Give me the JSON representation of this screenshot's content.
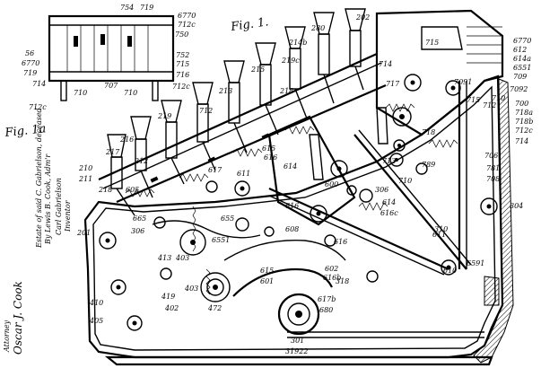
{
  "figures": {
    "main": "Fig. 1.",
    "inset": "Fig. 1a"
  },
  "side_text": {
    "inventor": "Inventor",
    "inventor_name": "Carl Gabrielson",
    "assignor_line1": "By Lewis B. Cook, Adm'r",
    "assignor_line2": "Estate of said C. Gabrielson, deceased"
  },
  "signature": "Oscar J. Cook",
  "signature_role": "Attorney",
  "labels": {
    "inset": [
      "754",
      "719",
      "6770",
      "712c",
      "750",
      "56",
      "6770",
      "719",
      "714",
      "710",
      "707",
      "710",
      "712c",
      "715",
      "716",
      "712c",
      "752"
    ],
    "top": [
      "202",
      "280",
      "214b",
      "219c",
      "218",
      "712",
      "215",
      "714",
      "715",
      "6770",
      "612",
      "614a",
      "6551",
      "709",
      "7091",
      "7092",
      "717",
      "710",
      "715",
      "712",
      "700",
      "718a",
      "718b",
      "712c",
      "714",
      "706",
      "781",
      "708"
    ],
    "middle": [
      "213",
      "219",
      "216",
      "217",
      "210",
      "211",
      "218",
      "212",
      "617",
      "605",
      "615",
      "616",
      "611",
      "614",
      "616",
      "710",
      "306",
      "713",
      "789",
      "718",
      "304",
      "600",
      "616c",
      "614",
      "310"
    ],
    "lower": [
      "201",
      "665",
      "306",
      "413",
      "403",
      "403",
      "419",
      "402",
      "472",
      "410",
      "405",
      "655",
      "6551",
      "608",
      "616",
      "602",
      "616b",
      "6591",
      "611",
      "610",
      "615",
      "601",
      "318",
      "617b",
      "680",
      "301",
      "31922"
    ]
  }
}
